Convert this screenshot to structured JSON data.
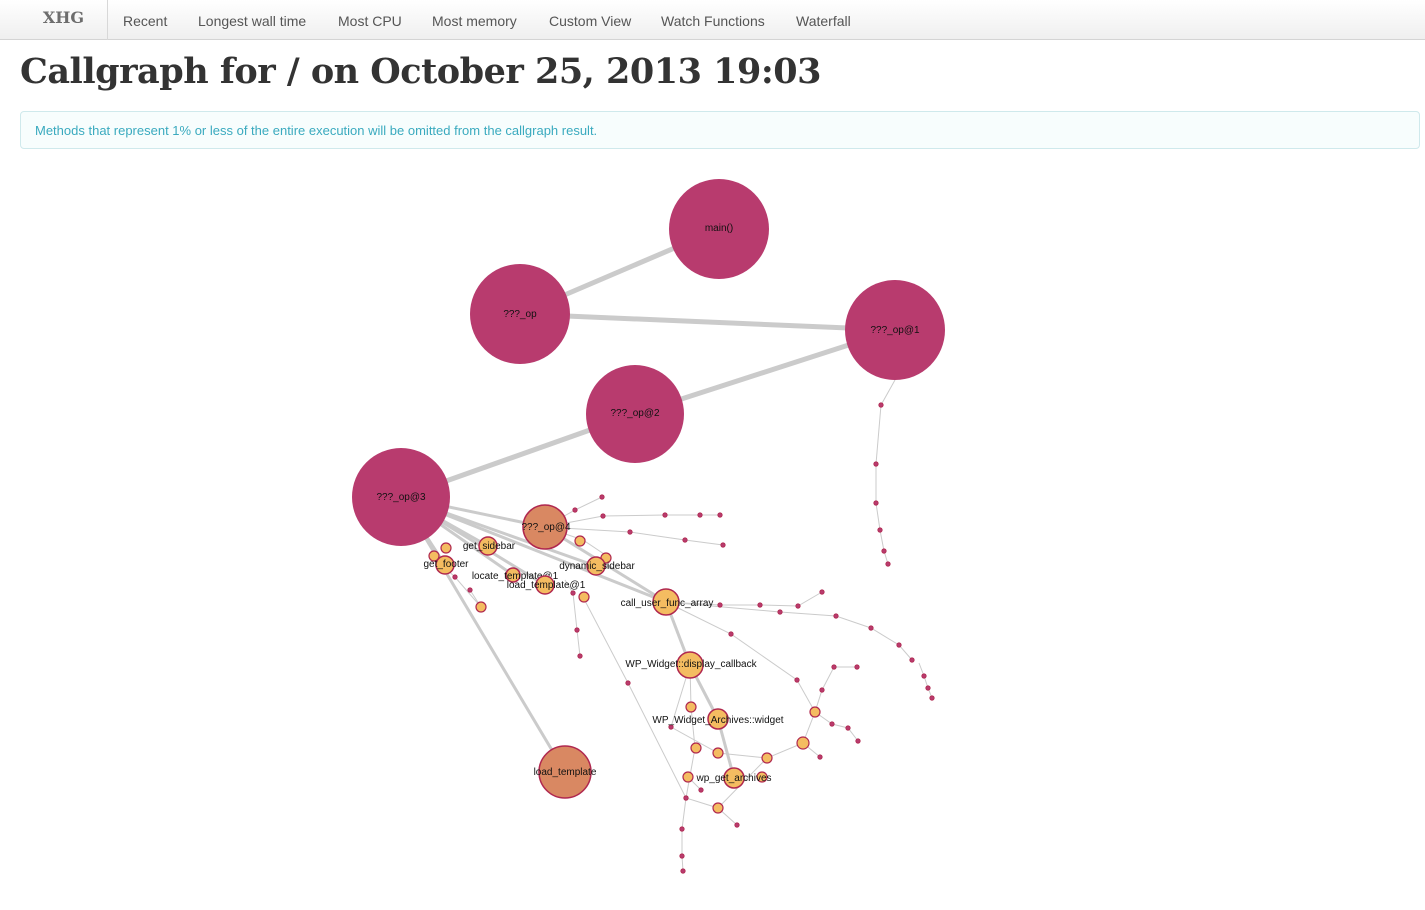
{
  "nav": {
    "brand": "XHG",
    "items": [
      "Recent",
      "Longest wall time",
      "Most CPU",
      "Most memory",
      "Custom View",
      "Watch Functions",
      "Waterfall"
    ]
  },
  "page": {
    "title": "Callgraph for / on October 25, 2013 19:03",
    "notice": "Methods that represent 1% or less of the entire execution will be omitted from the callgraph result."
  },
  "colors": {
    "major_node": "#b83b6e",
    "medium_node": "#d98862",
    "minor_node": "#f4bc61",
    "node_stroke": "#b0284f",
    "edge": "#cbcbcb",
    "notice_text": "#3aaabf"
  },
  "graph": {
    "nodes": [
      {
        "id": "main",
        "label": "main()",
        "kind": "major"
      },
      {
        "id": "op",
        "label": "???_op",
        "kind": "major"
      },
      {
        "id": "op1",
        "label": "???_op@1",
        "kind": "major"
      },
      {
        "id": "op2",
        "label": "???_op@2",
        "kind": "major"
      },
      {
        "id": "op3",
        "label": "???_op@3",
        "kind": "major"
      },
      {
        "id": "op4",
        "label": "???_op@4",
        "kind": "medium"
      },
      {
        "id": "load_template",
        "label": "load_template",
        "kind": "medium"
      },
      {
        "id": "get_sidebar",
        "label": "get_sidebar",
        "kind": "minor"
      },
      {
        "id": "get_footer",
        "label": "get_footer",
        "kind": "minor"
      },
      {
        "id": "locate_template1",
        "label": "locate_template@1",
        "kind": "minor"
      },
      {
        "id": "load_template1",
        "label": "load_template@1",
        "kind": "minor"
      },
      {
        "id": "dynamic_sidebar",
        "label": "dynamic_sidebar",
        "kind": "minor"
      },
      {
        "id": "call_user_func_array",
        "label": "call_user_func_array",
        "kind": "minor"
      },
      {
        "id": "display_callback",
        "label": "WP_Widget::display_callback",
        "kind": "minor"
      },
      {
        "id": "archives_widget",
        "label": "WP_Widget_Archives::widget",
        "kind": "minor"
      },
      {
        "id": "wp_get_archives",
        "label": "wp_get_archives",
        "kind": "minor"
      }
    ],
    "edges": [
      [
        "main",
        "op"
      ],
      [
        "op",
        "op1"
      ],
      [
        "op1",
        "op2"
      ],
      [
        "op2",
        "op3"
      ],
      [
        "op3",
        "op4"
      ],
      [
        "op3",
        "get_sidebar"
      ],
      [
        "op3",
        "get_footer"
      ],
      [
        "op3",
        "locate_template1"
      ],
      [
        "op3",
        "load_template1"
      ],
      [
        "op3",
        "load_template"
      ],
      [
        "op3",
        "dynamic_sidebar"
      ],
      [
        "op3",
        "call_user_func_array"
      ],
      [
        "op4",
        "call_user_func_array"
      ],
      [
        "call_user_func_array",
        "display_callback"
      ],
      [
        "display_callback",
        "archives_widget"
      ],
      [
        "archives_widget",
        "wp_get_archives"
      ]
    ]
  }
}
